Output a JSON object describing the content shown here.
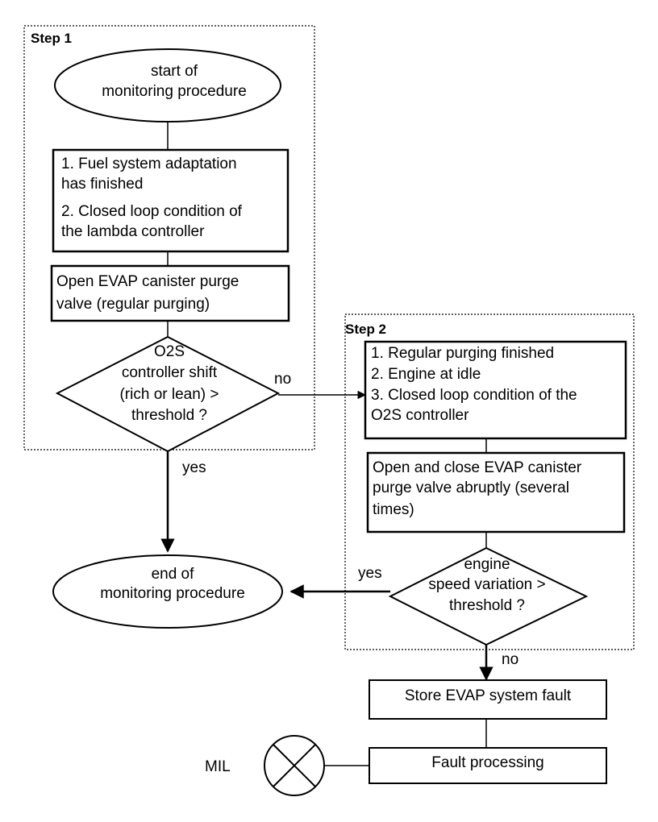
{
  "steps": {
    "step1": "Step 1",
    "step2": "Step 2"
  },
  "nodes": {
    "start": [
      "start of",
      "monitoring procedure"
    ],
    "conditions1": [
      "1. Fuel system adaptation",
      "has finished",
      "2. Closed loop condition of",
      "the lambda controller"
    ],
    "open_purge": [
      "Open EVAP canister purge",
      "valve (regular purging)"
    ],
    "decision1": [
      "O2S",
      "controller shift",
      "(rich or lean) >",
      "threshold ?"
    ],
    "conditions2": [
      "1. Regular purging finished",
      "2. Engine at idle",
      "3. Closed loop condition of the",
      "O2S controller"
    ],
    "open_close_purge": [
      "Open and close EVAP canister",
      "purge valve abruptly (several",
      "times)"
    ],
    "decision2": [
      "engine",
      "speed variation >",
      "threshold ?"
    ],
    "end": [
      "end of",
      "monitoring procedure"
    ],
    "store_fault": "Store EVAP system fault",
    "fault_processing": "Fault processing",
    "mil": "MIL"
  },
  "edges": {
    "d1_no": "no",
    "d1_yes": "yes",
    "d2_yes": "yes",
    "d2_no": "no"
  },
  "icons": {
    "mil_lamp": "circle-x-icon"
  }
}
